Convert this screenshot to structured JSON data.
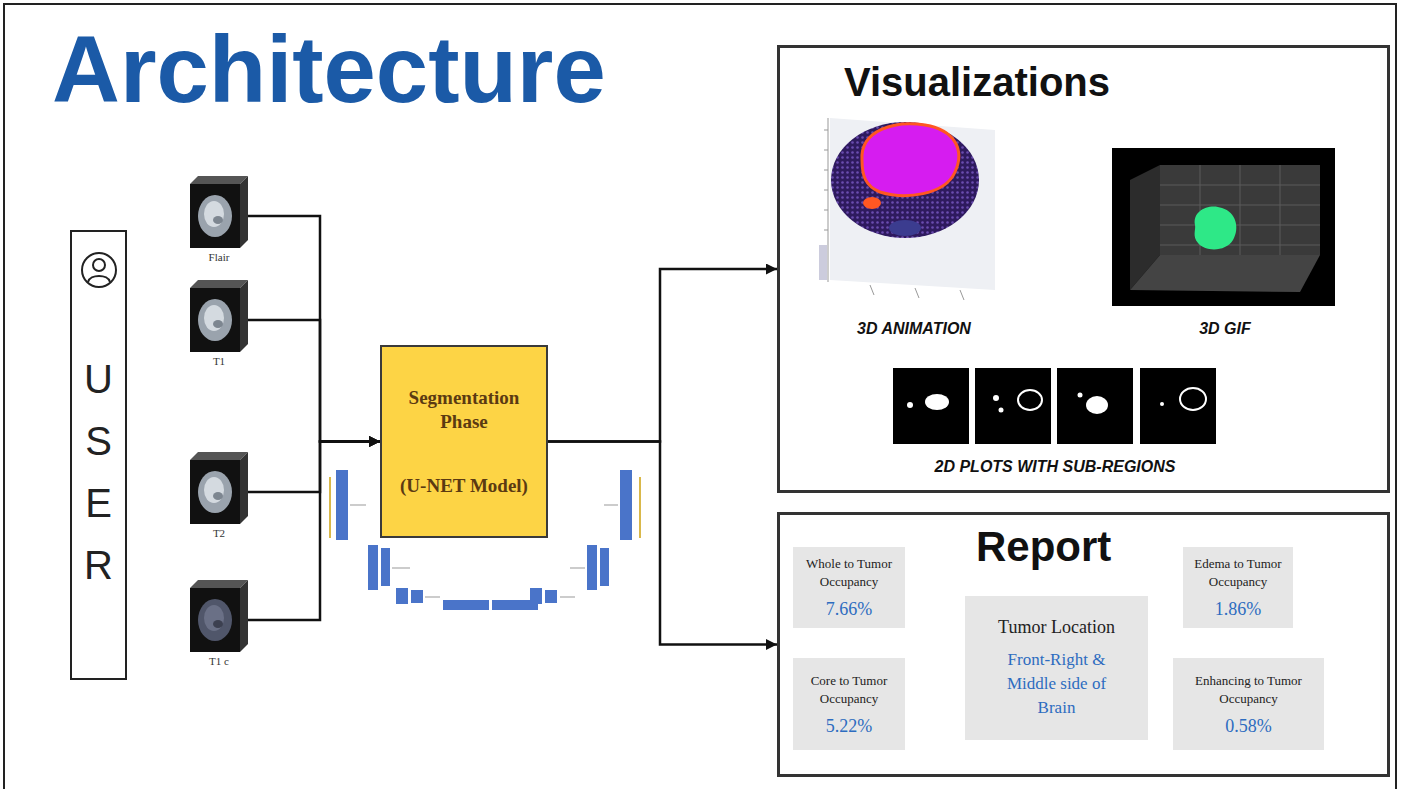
{
  "diagram": {
    "title": "Architecture",
    "nodes": [
      {
        "text": [
          "USER"
        ]
      },
      {
        "text": [
          "Flair"
        ]
      },
      {
        "text": [
          "T1"
        ]
      },
      {
        "text": [
          "T2"
        ]
      },
      {
        "text": [
          "T1 c"
        ]
      },
      {
        "text": [
          "Segmentation Phase",
          "(U-NET Model)"
        ]
      },
      {
        "text": [
          "Visualizations"
        ]
      },
      {
        "text": [
          "Report"
        ]
      },
      {
        "text": [
          "Whole to Tumor Occupancy",
          "7.66%"
        ],
        "in": 7
      },
      {
        "text": [
          "Core to Tumor Occupancy",
          "5.22%"
        ],
        "in": 7
      },
      {
        "text": [
          "Tumor Location",
          "Front-Right & Middle side of Brain"
        ],
        "in": 7
      },
      {
        "text": [
          "Edema to Tumor Occupancy",
          "1.86%"
        ],
        "in": 7
      },
      {
        "text": [
          "Enhancing to Tumor Occupancy",
          "0.58%"
        ],
        "in": 7
      }
    ],
    "edges": [
      {
        "from": 1,
        "to": 5,
        "arrow": "to"
      },
      {
        "from": 2,
        "to": 5,
        "arrow": "to"
      },
      {
        "from": 3,
        "to": 5,
        "arrow": "to"
      },
      {
        "from": 4,
        "to": 5,
        "arrow": "to"
      },
      {
        "from": 5,
        "to": 6,
        "arrow": "to"
      },
      {
        "from": 5,
        "to": 7,
        "arrow": "to"
      }
    ],
    "labels": [
      "3D ANIMATION",
      "3D GIF",
      "2D PLOTS WITH SUB-REGIONS"
    ]
  }
}
